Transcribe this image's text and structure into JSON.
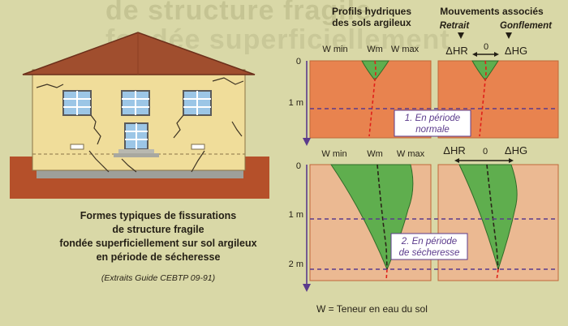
{
  "header": {
    "profiles_title_line1": "Profils hydriques",
    "profiles_title_line2": "des sols argileux",
    "movements_title": "Mouvements associés",
    "retrait": "Retrait",
    "gonflement": "Gonflement"
  },
  "background_title_line1": "de structure fragile",
  "background_title_line2": "fondée superficiellement",
  "normal_period": {
    "w_min": "W min",
    "w_m": "Wm",
    "w_max": "W max",
    "depth_0": "0",
    "depth_1": "1 m",
    "delta_hr": "ΔHR",
    "zero": "0",
    "delta_hg": "ΔHG",
    "label_line1": "1. En période",
    "label_line2": "normale"
  },
  "drought_period": {
    "w_min": "W min",
    "w_m": "Wm",
    "w_max": "W max",
    "depth_0": "0",
    "depth_1": "1 m",
    "depth_2": "2 m",
    "delta_hr": "ΔHR",
    "zero": "0",
    "delta_hg": "ΔHG",
    "label_line1": "2. En période",
    "label_line2": "de sécheresse"
  },
  "legend": "W = Teneur en eau du sol",
  "caption": [
    "Formes typiques de fissurations",
    "de structure fragile",
    "fondée superficiellement sur sol argileux",
    "en période de sécheresse"
  ],
  "source": "(Extraits Guide CEBTP 09-91)",
  "colors": {
    "background": "#d9d8a7",
    "soil_normal": "#e8834f",
    "soil_drought": "#ebb992",
    "profile_fill": "#5fae4e",
    "dashed_red": "#e0201a",
    "dashed_purple": "#5b3b8c",
    "roof": "#a04e2e",
    "wall": "#f0dd9a",
    "ground": "#b5502a"
  }
}
